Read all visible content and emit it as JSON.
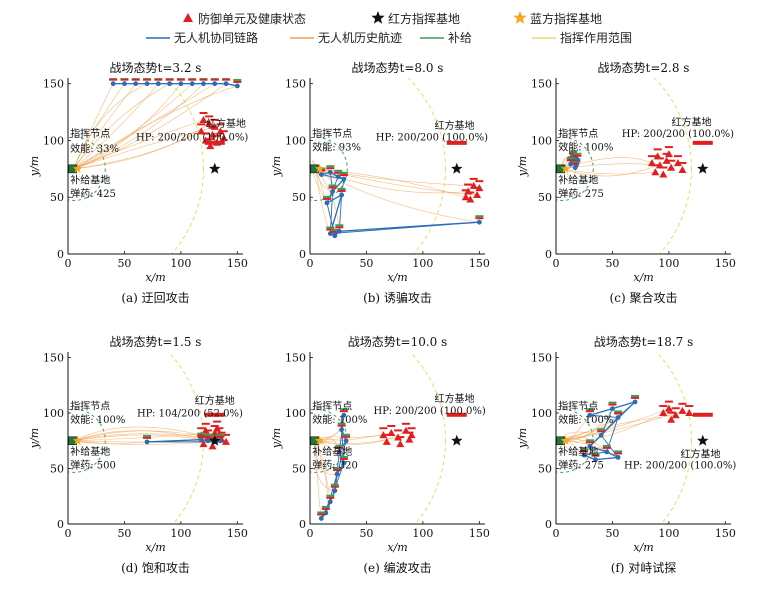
{
  "legend": {
    "row1": [
      {
        "label": "防御单元及健康状态",
        "icon": "red-triangle-icon",
        "color": "#e02020"
      },
      {
        "label": "红方指挥基地",
        "icon": "black-star-icon",
        "color": "#111111"
      },
      {
        "label": "蓝方指挥基地",
        "icon": "orange-star-icon",
        "color": "#f5a623"
      }
    ],
    "row2": [
      {
        "label": "无人机协同链路",
        "icon": "blue-line-icon",
        "color": "#2a6db5"
      },
      {
        "label": "无人机历史航迹",
        "icon": "orange-line-icon",
        "color": "#f0a050"
      },
      {
        "label": "补给",
        "icon": "green-line-icon",
        "color": "#3a9a5a"
      },
      {
        "label": "指挥作用范围",
        "icon": "yellow-line-icon",
        "color": "#e8e060"
      }
    ]
  },
  "chart_data": [
    {
      "type": "scatter",
      "id": "a",
      "title": "战场态势t=3.2 s",
      "caption": "(a) 迂回攻击",
      "xlabel": "x/m",
      "ylabel": "y/m",
      "xlim": [
        0,
        155
      ],
      "ylim": [
        0,
        155
      ],
      "xticks": [
        0,
        50,
        100,
        150
      ],
      "yticks": [
        0,
        50,
        100,
        150
      ],
      "red_base": {
        "x": 130,
        "y": 75
      },
      "blue_base": {
        "x": 5,
        "y": 75
      },
      "command_range": {
        "cx": 5,
        "cy": 75,
        "r": 115
      },
      "supply_range": {
        "cx": 5,
        "cy": 75,
        "r": 28
      },
      "annotations": [
        "红方基地",
        "HP: 200/200 (100.0%)",
        "指挥节点",
        "效能:  33%",
        "补给基地",
        "弹药:  425"
      ],
      "defense_units": [
        [
          120,
          118
        ],
        [
          125,
          115
        ],
        [
          130,
          112
        ],
        [
          118,
          108
        ],
        [
          128,
          105
        ],
        [
          135,
          108
        ],
        [
          122,
          100
        ],
        [
          132,
          98
        ],
        [
          138,
          102
        ],
        [
          126,
          95
        ]
      ],
      "drones": [
        [
          40,
          150
        ],
        [
          50,
          150
        ],
        [
          60,
          150
        ],
        [
          70,
          150
        ],
        [
          80,
          150
        ],
        [
          90,
          150
        ],
        [
          100,
          150
        ],
        [
          110,
          150
        ],
        [
          120,
          150
        ],
        [
          130,
          150
        ],
        [
          140,
          150
        ],
        [
          150,
          148
        ]
      ]
    },
    {
      "type": "scatter",
      "id": "b",
      "title": "战场态势t=8.0 s",
      "caption": "(b) 诱骗攻击",
      "xlabel": "x/m",
      "ylabel": "y/m",
      "xlim": [
        0,
        155
      ],
      "ylim": [
        0,
        155
      ],
      "xticks": [
        0,
        50,
        100,
        150
      ],
      "yticks": [
        0,
        50,
        100,
        150
      ],
      "red_base": {
        "x": 130,
        "y": 75
      },
      "blue_base": {
        "x": 5,
        "y": 75
      },
      "command_range": {
        "cx": 5,
        "cy": 75,
        "r": 115
      },
      "supply_range": {
        "cx": 5,
        "cy": 75,
        "r": 28
      },
      "annotations": [
        "红方基地",
        "HP: 200/200 (100.0%)",
        "指挥节点",
        "效能:  93%"
      ],
      "defense_units": [
        [
          140,
          55
        ],
        [
          145,
          60
        ],
        [
          138,
          50
        ],
        [
          148,
          52
        ],
        [
          142,
          48
        ],
        [
          150,
          58
        ]
      ],
      "drones": [
        [
          10,
          70
        ],
        [
          18,
          72
        ],
        [
          25,
          68
        ],
        [
          30,
          66
        ],
        [
          20,
          55
        ],
        [
          15,
          45
        ],
        [
          28,
          52
        ],
        [
          18,
          18
        ],
        [
          22,
          16
        ],
        [
          26,
          20
        ],
        [
          150,
          28
        ]
      ]
    },
    {
      "type": "scatter",
      "id": "c",
      "title": "战场态势t=2.8 s",
      "caption": "(c) 聚合攻击",
      "xlabel": "x/m",
      "ylabel": "y/m",
      "xlim": [
        0,
        155
      ],
      "ylim": [
        0,
        155
      ],
      "xticks": [
        0,
        50,
        100,
        150
      ],
      "yticks": [
        0,
        50,
        100,
        150
      ],
      "red_base": {
        "x": 130,
        "y": 75
      },
      "blue_base": {
        "x": 5,
        "y": 75
      },
      "command_range": {
        "cx": 5,
        "cy": 75,
        "r": 115
      },
      "supply_range": {
        "cx": 5,
        "cy": 75,
        "r": 28
      },
      "annotations": [
        "红方基地",
        "HP: 200/200 (100.0%)",
        "指挥节点",
        "效能:  100%",
        "补给基地",
        "弹药:  275"
      ],
      "defense_units": [
        [
          85,
          80
        ],
        [
          92,
          78
        ],
        [
          98,
          82
        ],
        [
          88,
          72
        ],
        [
          95,
          70
        ],
        [
          102,
          76
        ],
        [
          108,
          80
        ],
        [
          112,
          74
        ],
        [
          90,
          86
        ],
        [
          100,
          88
        ]
      ],
      "drones": [
        [
          14,
          80
        ],
        [
          16,
          82
        ],
        [
          18,
          78
        ],
        [
          15,
          85
        ],
        [
          17,
          76
        ],
        [
          19,
          83
        ],
        [
          13,
          79
        ]
      ]
    },
    {
      "type": "scatter",
      "id": "d",
      "title": "战场态势t=1.5 s",
      "caption": "(d) 饱和攻击",
      "xlabel": "x/m",
      "ylabel": "y/m",
      "xlim": [
        0,
        155
      ],
      "ylim": [
        0,
        155
      ],
      "xticks": [
        0,
        50,
        100,
        150
      ],
      "yticks": [
        0,
        50,
        100,
        150
      ],
      "red_base": {
        "x": 130,
        "y": 75
      },
      "blue_base": {
        "x": 5,
        "y": 75
      },
      "command_range": {
        "cx": 5,
        "cy": 75,
        "r": 115
      },
      "supply_range": {
        "cx": 5,
        "cy": 75,
        "r": 28
      },
      "annotations": [
        "红方基地",
        "HP: 104/200 (52.0%)",
        "指挥节点",
        "效能:  100%",
        "补给基地",
        "弹药:  500"
      ],
      "defense_units": [
        [
          118,
          80
        ],
        [
          124,
          78
        ],
        [
          130,
          82
        ],
        [
          136,
          76
        ],
        [
          120,
          72
        ],
        [
          128,
          70
        ],
        [
          134,
          80
        ],
        [
          140,
          74
        ],
        [
          122,
          84
        ],
        [
          132,
          86
        ]
      ],
      "drones": [
        [
          70,
          74
        ],
        [
          118,
          76
        ],
        [
          124,
          75
        ],
        [
          130,
          74
        ],
        [
          135,
          75
        ]
      ]
    },
    {
      "type": "scatter",
      "id": "e",
      "title": "战场态势t=10.0 s",
      "caption": "(e) 编波攻击",
      "xlabel": "x/m",
      "ylabel": "y/m",
      "xlim": [
        0,
        155
      ],
      "ylim": [
        0,
        155
      ],
      "xticks": [
        0,
        50,
        100,
        150
      ],
      "yticks": [
        0,
        50,
        100,
        150
      ],
      "red_base": {
        "x": 130,
        "y": 75
      },
      "blue_base": {
        "x": 5,
        "y": 75
      },
      "command_range": {
        "cx": 5,
        "cy": 75,
        "r": 115
      },
      "supply_range": {
        "cx": 5,
        "cy": 75,
        "r": 28
      },
      "annotations": [
        "红方基地",
        "HP: 200/200 (100.0%)",
        "指挥节点",
        "效能:  100%",
        "补给基地",
        "弹药:  320"
      ],
      "defense_units": [
        [
          65,
          80
        ],
        [
          72,
          82
        ],
        [
          78,
          78
        ],
        [
          85,
          84
        ],
        [
          90,
          80
        ],
        [
          68,
          74
        ],
        [
          80,
          72
        ],
        [
          88,
          76
        ]
      ],
      "drones": [
        [
          30,
          98
        ],
        [
          28,
          85
        ],
        [
          32,
          75
        ],
        [
          26,
          65
        ],
        [
          30,
          55
        ],
        [
          24,
          45
        ],
        [
          22,
          30
        ],
        [
          18,
          20
        ],
        [
          14,
          10
        ],
        [
          10,
          5
        ]
      ]
    },
    {
      "type": "scatter",
      "id": "f",
      "title": "战场态势t=18.7 s",
      "caption": "(f) 对峙试探",
      "xlabel": "x/m",
      "ylabel": "y/m",
      "xlim": [
        0,
        155
      ],
      "ylim": [
        0,
        155
      ],
      "xticks": [
        0,
        50,
        100,
        150
      ],
      "yticks": [
        0,
        50,
        100,
        150
      ],
      "red_base": {
        "x": 130,
        "y": 75
      },
      "blue_base": {
        "x": 5,
        "y": 75
      },
      "command_range": {
        "cx": 5,
        "cy": 75,
        "r": 115
      },
      "supply_range": {
        "cx": 5,
        "cy": 75,
        "r": 28
      },
      "annotations": [
        "指挥节点",
        "效能:  100%",
        "补给基地",
        "弹药:  275",
        "红方基地",
        "HP: 200/200 (100.0%)"
      ],
      "defense_units": [
        [
          95,
          100
        ],
        [
          100,
          104
        ],
        [
          106,
          98
        ],
        [
          112,
          102
        ],
        [
          118,
          100
        ],
        [
          102,
          94
        ]
      ],
      "drones": [
        [
          30,
          98
        ],
        [
          50,
          104
        ],
        [
          70,
          110
        ],
        [
          55,
          96
        ],
        [
          40,
          80
        ],
        [
          30,
          70
        ],
        [
          45,
          65
        ],
        [
          55,
          60
        ],
        [
          35,
          58
        ],
        [
          25,
          62
        ]
      ]
    }
  ]
}
